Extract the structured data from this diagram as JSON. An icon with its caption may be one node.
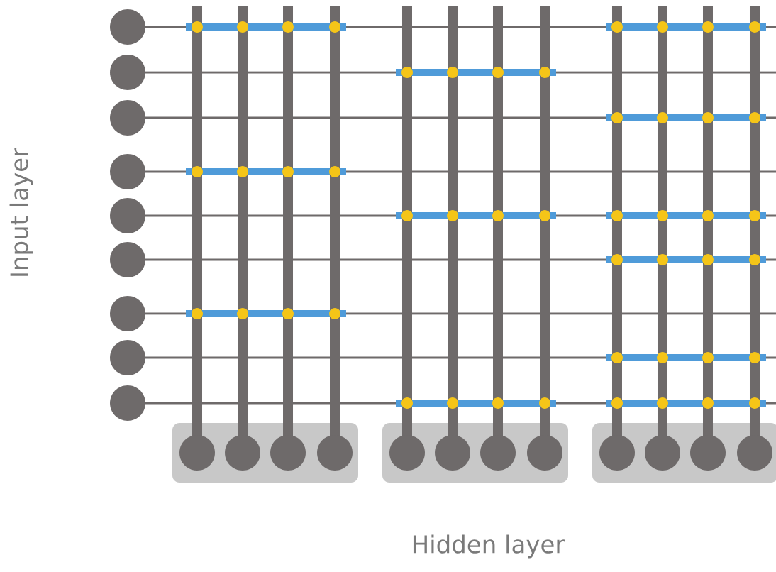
{
  "diagram": {
    "nodes": [
      {
        "text": [],
        "shape": "circle"
      },
      {
        "text": [],
        "shape": "circle"
      },
      {
        "text": [],
        "shape": "circle"
      },
      {
        "text": [],
        "shape": "circle"
      },
      {
        "text": [],
        "shape": "circle"
      },
      {
        "text": [],
        "shape": "circle"
      },
      {
        "text": [],
        "shape": "circle"
      },
      {
        "text": [],
        "shape": "circle"
      },
      {
        "text": [],
        "shape": "circle"
      },
      {
        "text": [],
        "shape": "box"
      },
      {
        "text": [],
        "shape": "circle",
        "in": 9
      },
      {
        "text": [],
        "shape": "circle",
        "in": 9
      },
      {
        "text": [],
        "shape": "circle",
        "in": 9
      },
      {
        "text": [],
        "shape": "circle",
        "in": 9
      },
      {
        "text": [],
        "shape": "box"
      },
      {
        "text": [],
        "shape": "circle",
        "in": 14
      },
      {
        "text": [],
        "shape": "circle",
        "in": 14
      },
      {
        "text": [],
        "shape": "circle",
        "in": 14
      },
      {
        "text": [],
        "shape": "circle",
        "in": 14
      },
      {
        "text": [],
        "shape": "box"
      },
      {
        "text": [],
        "shape": "circle",
        "in": 19
      },
      {
        "text": [],
        "shape": "circle",
        "in": 19
      },
      {
        "text": [],
        "shape": "circle",
        "in": 19
      },
      {
        "text": [],
        "shape": "circle",
        "in": 19
      }
    ],
    "labels": [
      "Input layer",
      "Hidden layer"
    ]
  }
}
